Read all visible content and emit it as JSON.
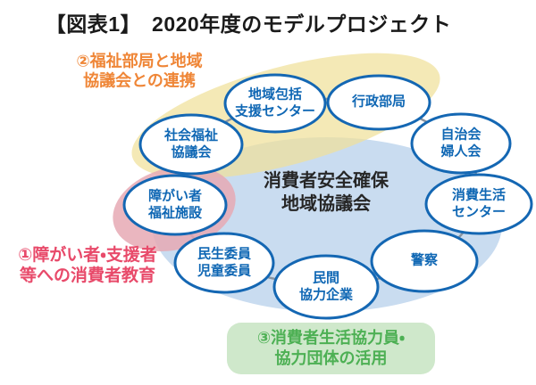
{
  "title": "【図表1】　2020年度のモデルプロジェクト",
  "center": {
    "label": "消費者安全確保\n地域協議会"
  },
  "nodes": [
    {
      "id": "regional-comprehensive-support-center",
      "label": "地域包括\n支援センター"
    },
    {
      "id": "administrative-department",
      "label": "行政部局"
    },
    {
      "id": "neighborhood-womens-association",
      "label": "自治会\n婦人会"
    },
    {
      "id": "consumer-life-center",
      "label": "消費生活\nセンター"
    },
    {
      "id": "police",
      "label": "警察"
    },
    {
      "id": "private-partner-companies",
      "label": "民間\n協力企業"
    },
    {
      "id": "welfare-child-commissioners",
      "label": "民生委員\n児童委員"
    },
    {
      "id": "disability-welfare-facility",
      "label": "障がい者\n福祉施設"
    },
    {
      "id": "social-welfare-council",
      "label": "社会福祉\n協議会"
    }
  ],
  "annotations": {
    "point1": {
      "text": "①障がい者・支援者\n等への消費者教育",
      "color": "#e84a6a"
    },
    "point2": {
      "text": "②福祉部局と地域\n協議会との連携",
      "color": "#ef8637"
    },
    "point3": {
      "text": "③消費者生活協力員・\n協力団体の活用",
      "color": "#4db054",
      "background": "#cfe8cb"
    }
  },
  "colors": {
    "node_border": "#1467b3",
    "node_text": "#0f67b4",
    "center_fill": "#c9dcf0",
    "highlight_yellow": "#f0e09a",
    "highlight_pink": "#e6a9b4",
    "connector": "#8893a0",
    "title_text": "#1a1a1a"
  }
}
